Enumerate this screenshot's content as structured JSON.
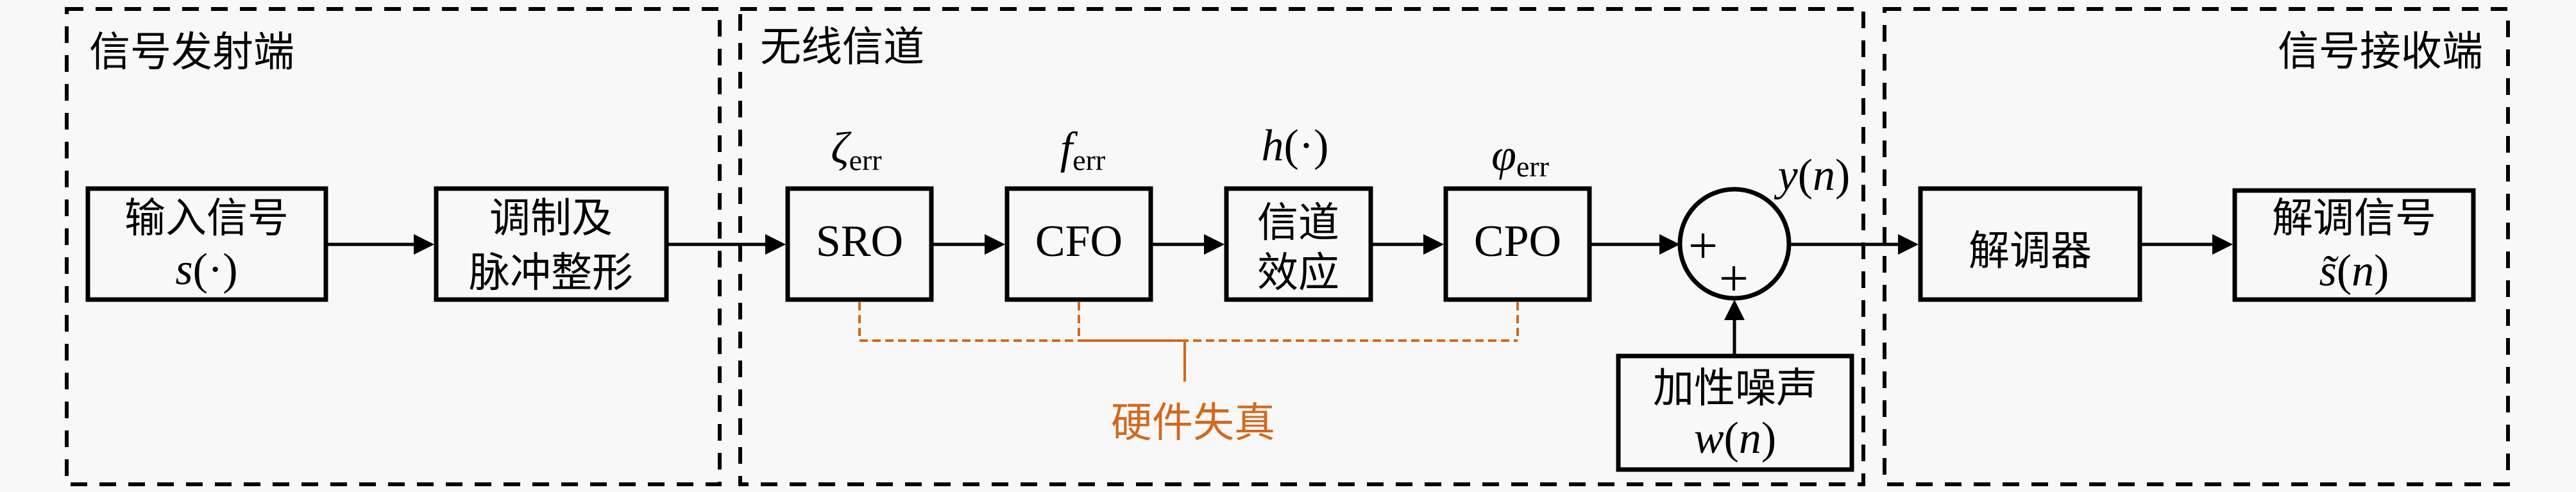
{
  "sections": {
    "transmitter": {
      "title": "信号发射端"
    },
    "channel": {
      "title": "无线信道"
    },
    "receiver": {
      "title": "信号接收端"
    }
  },
  "blocks": {
    "input_signal": {
      "line1": "输入信号",
      "math": {
        "fn": "s",
        "open": "(",
        "arg": "·",
        "close": ")"
      }
    },
    "modulation": {
      "line1": "调制及",
      "line2": "脉冲整形"
    },
    "sro": {
      "label": "SRO",
      "param": {
        "symbol": "ζ",
        "sub": "err"
      }
    },
    "cfo": {
      "label": "CFO",
      "param": {
        "symbol": "f",
        "sub": "err"
      }
    },
    "channel_effect": {
      "line1": "信道",
      "line2": "效应",
      "param": {
        "fn": "h",
        "open": "(",
        "arg": "·",
        "close": ")"
      }
    },
    "cpo": {
      "label": "CPO",
      "param": {
        "symbol": "φ",
        "sub": "err"
      }
    },
    "adder": {
      "signs": [
        "+",
        "+"
      ],
      "output": {
        "fn": "y",
        "open": "(",
        "arg": "n",
        "close": ")"
      }
    },
    "noise": {
      "line1": "加性噪声",
      "math": {
        "fn": "w",
        "open": "(",
        "arg": "n",
        "close": ")"
      }
    },
    "demodulator": {
      "label": "解调器"
    },
    "demod_signal": {
      "line1": "解调信号",
      "math": {
        "fn": "s̃",
        "open": "(",
        "arg": "n",
        "close": ")"
      }
    }
  },
  "hardware_impairment": {
    "label": "硬件失真"
  },
  "colors": {
    "background": "#F8F8F8",
    "stroke": "#000000",
    "impairment": "#D2691E"
  }
}
